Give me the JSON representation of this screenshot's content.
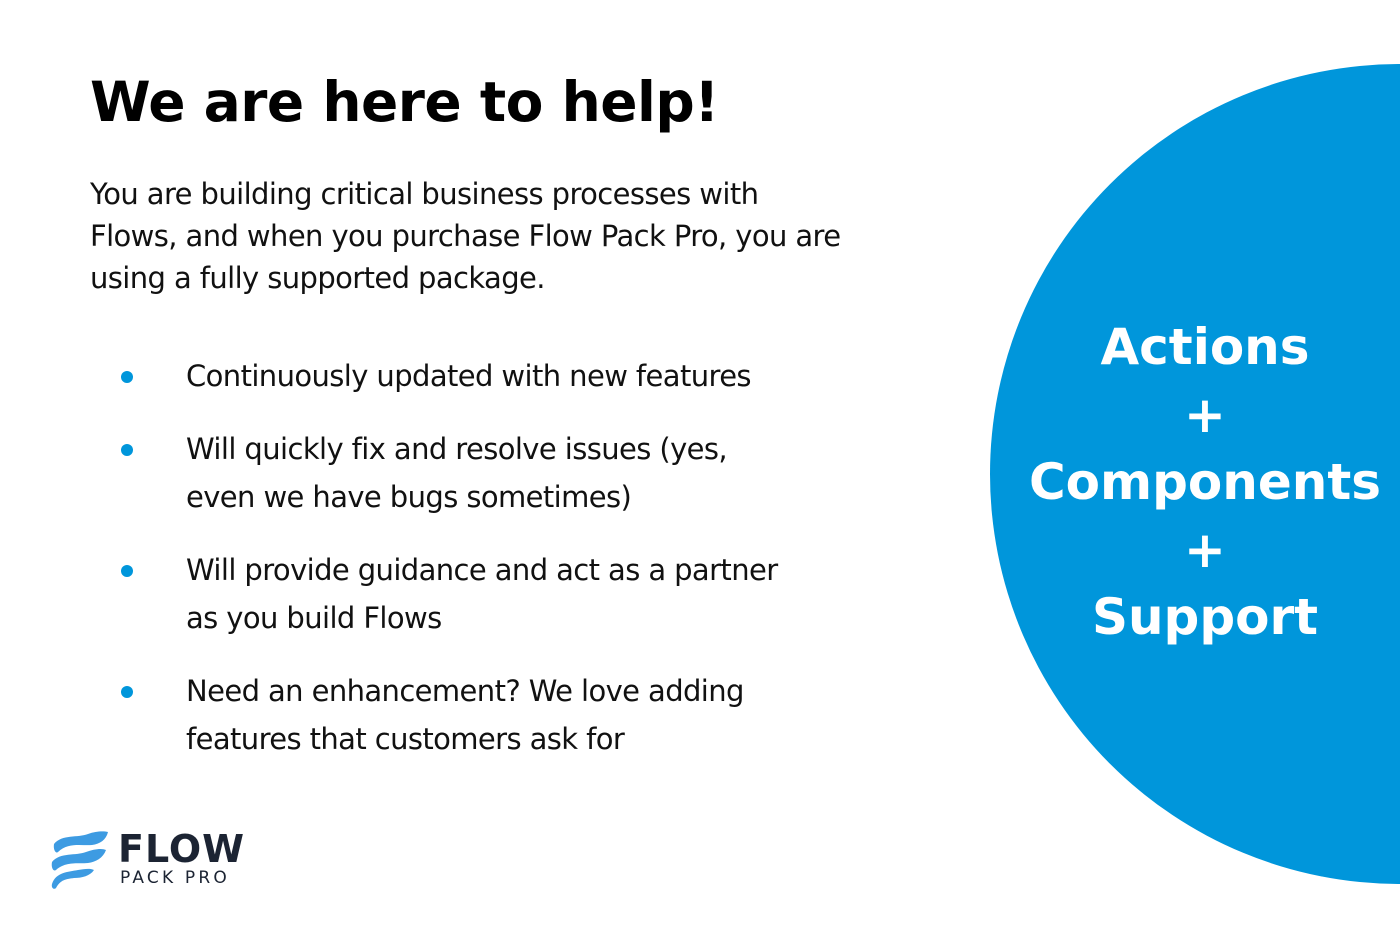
{
  "heading": "We are here to help!",
  "intro": {
    "lines": [
      "You are building critical business processes with",
      "Flows, and when you purchase Flow Pack Pro, you are",
      "using a fully supported package."
    ]
  },
  "bullets": [
    {
      "lines": [
        "Continuously updated with new features"
      ]
    },
    {
      "lines": [
        "Will quickly fix and resolve issues (yes,",
        "even we have bugs sometimes)"
      ]
    },
    {
      "lines": [
        "Will provide guidance and act as a partner",
        "as you build Flows"
      ]
    },
    {
      "lines": [
        "Need an enhancement? We love adding",
        "features that customers ask for"
      ]
    }
  ],
  "circle": {
    "lines": [
      "Actions",
      "+",
      "Components",
      "+",
      "Support"
    ]
  },
  "logo": {
    "title": "FLOW",
    "subtitle": "PACK PRO"
  },
  "colors": {
    "accent": "#0096db",
    "text": "#111111",
    "logo_text": "#1c2433",
    "logo_mark": "#3d9be2"
  }
}
